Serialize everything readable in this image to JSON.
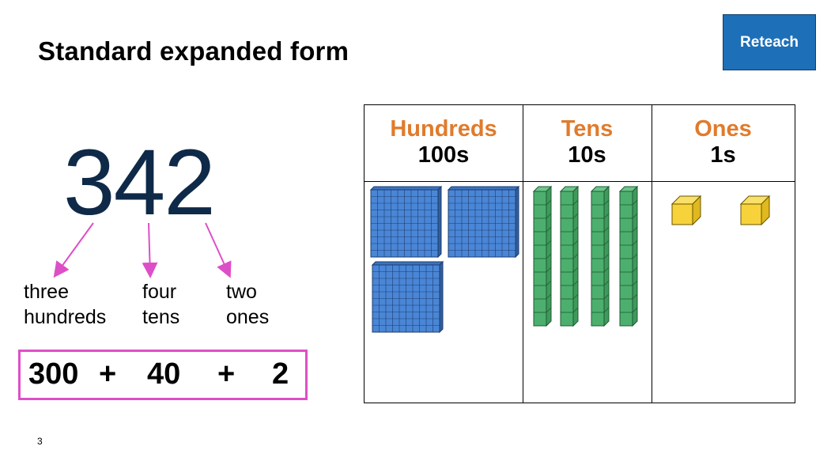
{
  "title": "Standard expanded form",
  "reteach_label": "Reteach",
  "number": "342",
  "words": [
    {
      "line1": "three",
      "line2": "hundreds"
    },
    {
      "line1": "four",
      "line2": "tens"
    },
    {
      "line1": "two",
      "line2": "ones"
    }
  ],
  "expanded": {
    "hundreds": "300",
    "plus1": "+",
    "tens": "40",
    "plus2": "+",
    "ones": "2"
  },
  "page_number": "3",
  "table": {
    "columns": [
      {
        "name": "Hundreds",
        "value": "100s"
      },
      {
        "name": "Tens",
        "value": "10s"
      },
      {
        "name": "Ones",
        "value": "1s"
      }
    ],
    "blocks": {
      "hundreds": 3,
      "tens": 4,
      "ones": 2
    }
  },
  "colors": {
    "title_text": "#000000",
    "button_bg": "#1d6fb8",
    "number_color": "#0f2a48",
    "arrow_color": "#dd4fc7",
    "header_accent": "#e07b2c",
    "hundreds_block": "#4a86d6",
    "tens_block": "#4caf6e",
    "ones_block": "#f7d23a"
  }
}
